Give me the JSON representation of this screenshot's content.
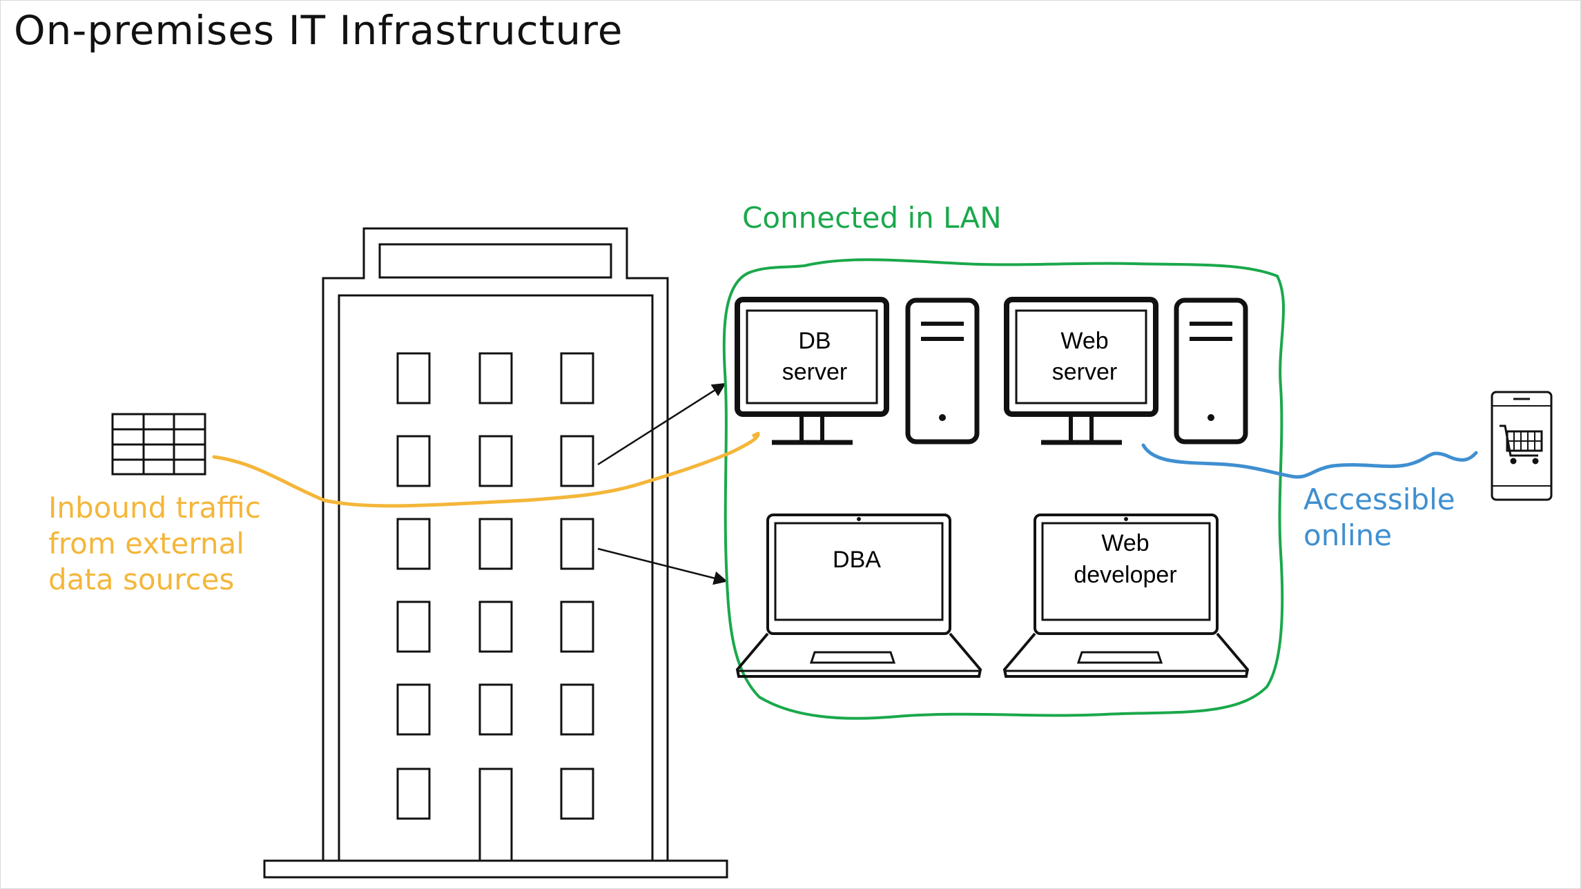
{
  "title": "On-premises IT Infrastructure",
  "lan_label": "Connected in LAN",
  "inbound_label": [
    "Inbound traffic",
    "from external",
    "data sources"
  ],
  "online_label": [
    "Accessible",
    "online"
  ],
  "devices": {
    "db_server": [
      "DB",
      "server"
    ],
    "web_server": [
      "Web",
      "server"
    ],
    "dba": [
      "DBA"
    ],
    "web_developer": [
      "Web",
      "developer"
    ]
  },
  "colors": {
    "lan": "#1aa84b",
    "inbound": "#f4b63a",
    "online": "#3f8fd0",
    "ink": "#111111"
  },
  "icons": [
    "office-building-icon",
    "spreadsheet-icon",
    "desktop-monitor-icon",
    "server-tower-icon",
    "laptop-icon",
    "mobile-shopping-cart-icon"
  ]
}
